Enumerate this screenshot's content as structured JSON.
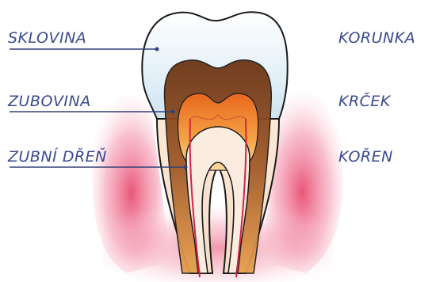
{
  "diagram": {
    "labels_left": [
      {
        "id": "enamel",
        "text": "SKLOVINA"
      },
      {
        "id": "dentin",
        "text": "ZUBOVINA"
      },
      {
        "id": "pulp",
        "text": "ZUBNÍ DŘEŇ"
      }
    ],
    "labels_right": [
      {
        "id": "crown",
        "text": "KORUNKA"
      },
      {
        "id": "neck",
        "text": "KRČEK"
      },
      {
        "id": "root",
        "text": "KOŘEN"
      }
    ]
  },
  "colors": {
    "label_text": "#3a4a8f",
    "leader_line": "#33407a",
    "enamel": "#eef6fb",
    "dentin": "#8a4a22",
    "pulp": "#f08a2a",
    "gum": "#f2a6b8",
    "nerve": "#d4224a",
    "outline": "#1a1a1a"
  }
}
